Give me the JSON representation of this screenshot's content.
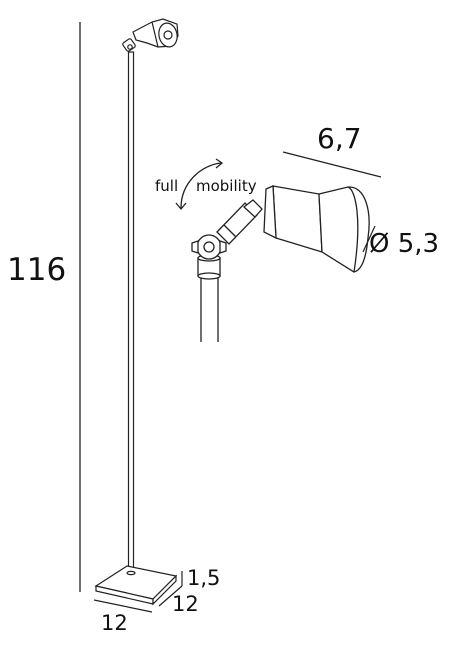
{
  "dimensions": {
    "height": "116",
    "head_length": "6,7",
    "head_diameter": "Ø 5,3",
    "base_height": "1,5",
    "base_depth": "12",
    "base_width": "12"
  },
  "annotations": {
    "full_label": "full",
    "mobility_label": "mobility"
  },
  "colors": {
    "line": "#222222",
    "fill": "#ffffff"
  }
}
